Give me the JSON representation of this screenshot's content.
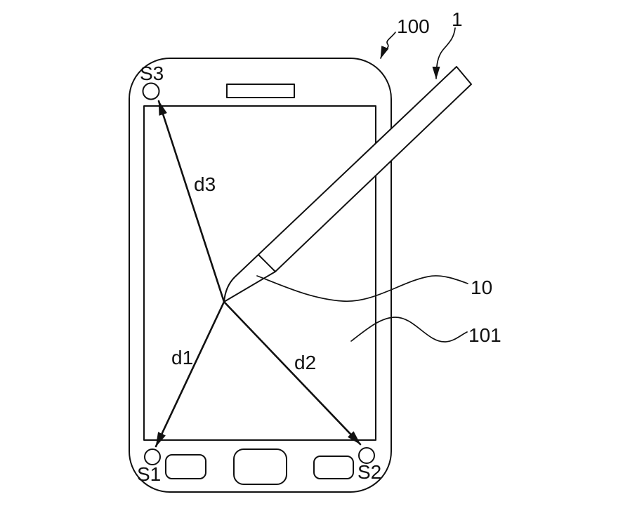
{
  "figure": {
    "sensor_labels": {
      "top_left": "S3",
      "bottom_left": "S1",
      "bottom_right": "S2"
    },
    "distance_labels": {
      "to_bottom_left": "d1",
      "to_bottom_right": "d2",
      "to_top_left": "d3"
    },
    "references": {
      "device": "100",
      "stylus_pen": "1",
      "pen_tip": "10",
      "display": "101"
    }
  },
  "colors": {
    "line": "#111111",
    "background": "#ffffff"
  }
}
